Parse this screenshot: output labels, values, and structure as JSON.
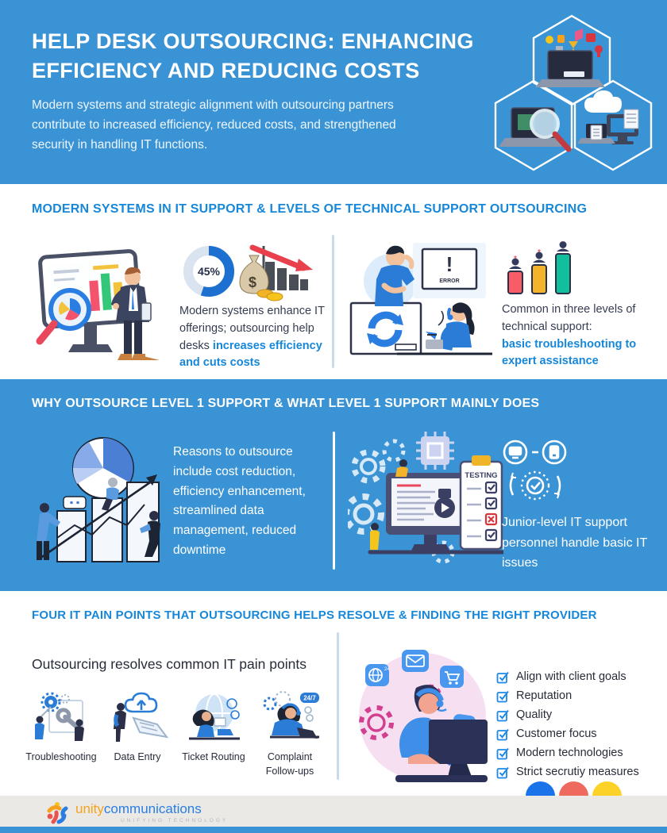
{
  "header": {
    "title": "HELP DESK OUTSOURCING: ENHANCING EFFICIENCY AND REDUCING COSTS",
    "subtitle": "Modern systems and strategic alignment with outsourcing partners contribute to increased efficiency, reduced costs, and strengthened security in handling IT functions."
  },
  "section1": {
    "heading": "MODERN SYSTEMS IN IT SUPPORT & LEVELS OF TECHNICAL SUPPORT OUTSOURCING",
    "stat_percent": "45%",
    "left_text": "Modern systems enhance IT offerings; outsourcing help desks ",
    "left_text_highlight": "increases efficiency and cuts costs",
    "error_label": "ERROR",
    "right_text": "Common in three levels of technical support:",
    "right_text_highlight": "basic troubleshooting to expert assistance"
  },
  "section2": {
    "heading": "WHY OUTSOURCE LEVEL 1 SUPPORT & WHAT LEVEL 1 SUPPORT MAINLY DOES",
    "left_text": "Reasons to outsource include cost reduction, efficiency enhancement, streamlined data management, reduced downtime",
    "testing_label": "TESTING",
    "right_text": "Junior-level IT support personnel handle basic IT issues"
  },
  "section3": {
    "heading": "FOUR IT PAIN POINTS THAT OUTSOURCING HELPS RESOLVE & FINDING THE RIGHT PROVIDER",
    "left_subheading": "Outsourcing resolves common IT pain points",
    "pain_points": [
      {
        "label": "Troubleshooting"
      },
      {
        "label": "Data Entry"
      },
      {
        "label": "Ticket Routing"
      },
      {
        "label": "Complaint Follow-ups"
      }
    ],
    "badge_247": "24/7",
    "checklist": [
      "Align with client goals",
      "Reputation",
      "Quality",
      "Customer focus",
      "Modern technologies",
      "Strict secrutiy measures"
    ]
  },
  "footer": {
    "logo_unity": "unity",
    "logo_communications": "communications",
    "logo_tagline": "UNIFYING TECHNOLOGY"
  },
  "colors": {
    "band_blue": "#3a93d4",
    "heading_blue": "#1787d9",
    "dark_text": "#363d52",
    "dot_blue": "#1a73e8",
    "dot_salmon": "#ee6a5f",
    "dot_yellow": "#fcd228",
    "bar_red": "#f85c66",
    "bar_yellow": "#f3b32b",
    "bar_teal": "#12bf9c"
  }
}
